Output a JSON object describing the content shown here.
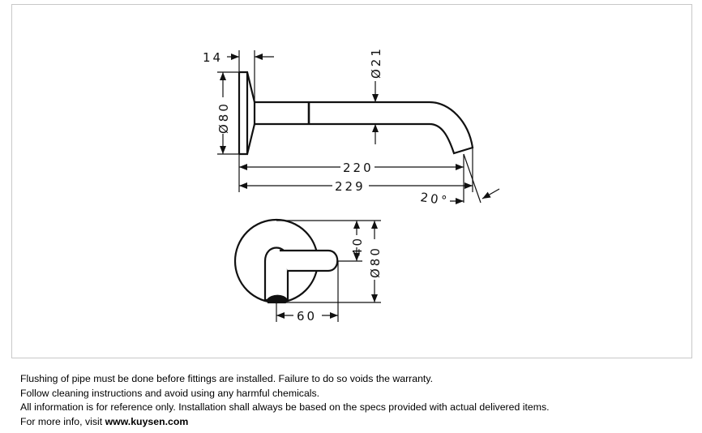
{
  "drawing": {
    "side_view": {
      "flange_depth": "14",
      "pipe_diameter": "Ø21",
      "flange_diameter": "Ø80",
      "length_to_outlet": "220",
      "overall_length": "229",
      "outlet_angle": "20°"
    },
    "front_view": {
      "center_height": "40",
      "flange_diameter": "Ø80",
      "lever_length": "60"
    }
  },
  "notes": {
    "line1": "Flushing of pipe must be done before fittings are installed. Failure to do so voids the warranty.",
    "line2": "Follow cleaning instructions and avoid using any harmful chemicals.",
    "line3": "All information is for reference only. Installation shall always be based on the specs provided with actual delivered items.",
    "line4_prefix": "For more info, visit ",
    "line4_link": "www.kuysen.com"
  }
}
